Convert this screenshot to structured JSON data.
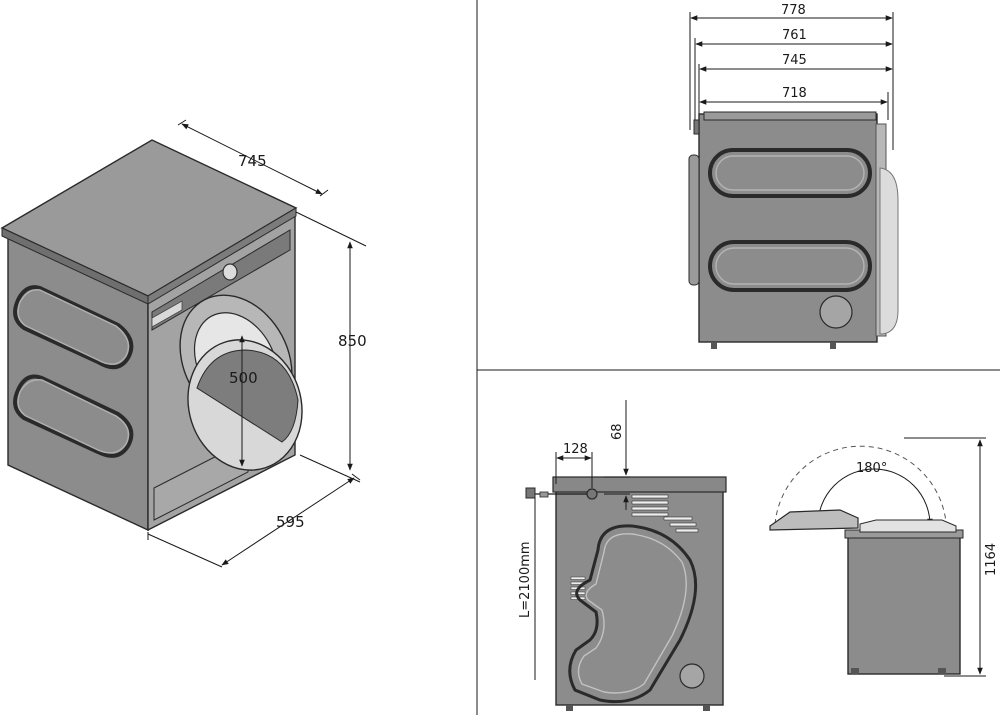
{
  "views": {
    "isometric": {
      "depth": "745",
      "height": "850",
      "width": "595",
      "door_opening": "500"
    },
    "side": {
      "overall_depth": "778",
      "depth_with_door": "761",
      "depth_body_plus_panel": "745",
      "body_depth": "718"
    },
    "rear": {
      "connector_offset": "128",
      "top_offset": "68",
      "cable_length": "L=2100mm"
    },
    "door_swing": {
      "angle": "180°",
      "height_door_open": "1164"
    }
  },
  "colors": {
    "body": "#8c8c8c",
    "body_dark": "#777777",
    "body_light": "#a3a3a3",
    "lines": "#1a1a1a"
  }
}
